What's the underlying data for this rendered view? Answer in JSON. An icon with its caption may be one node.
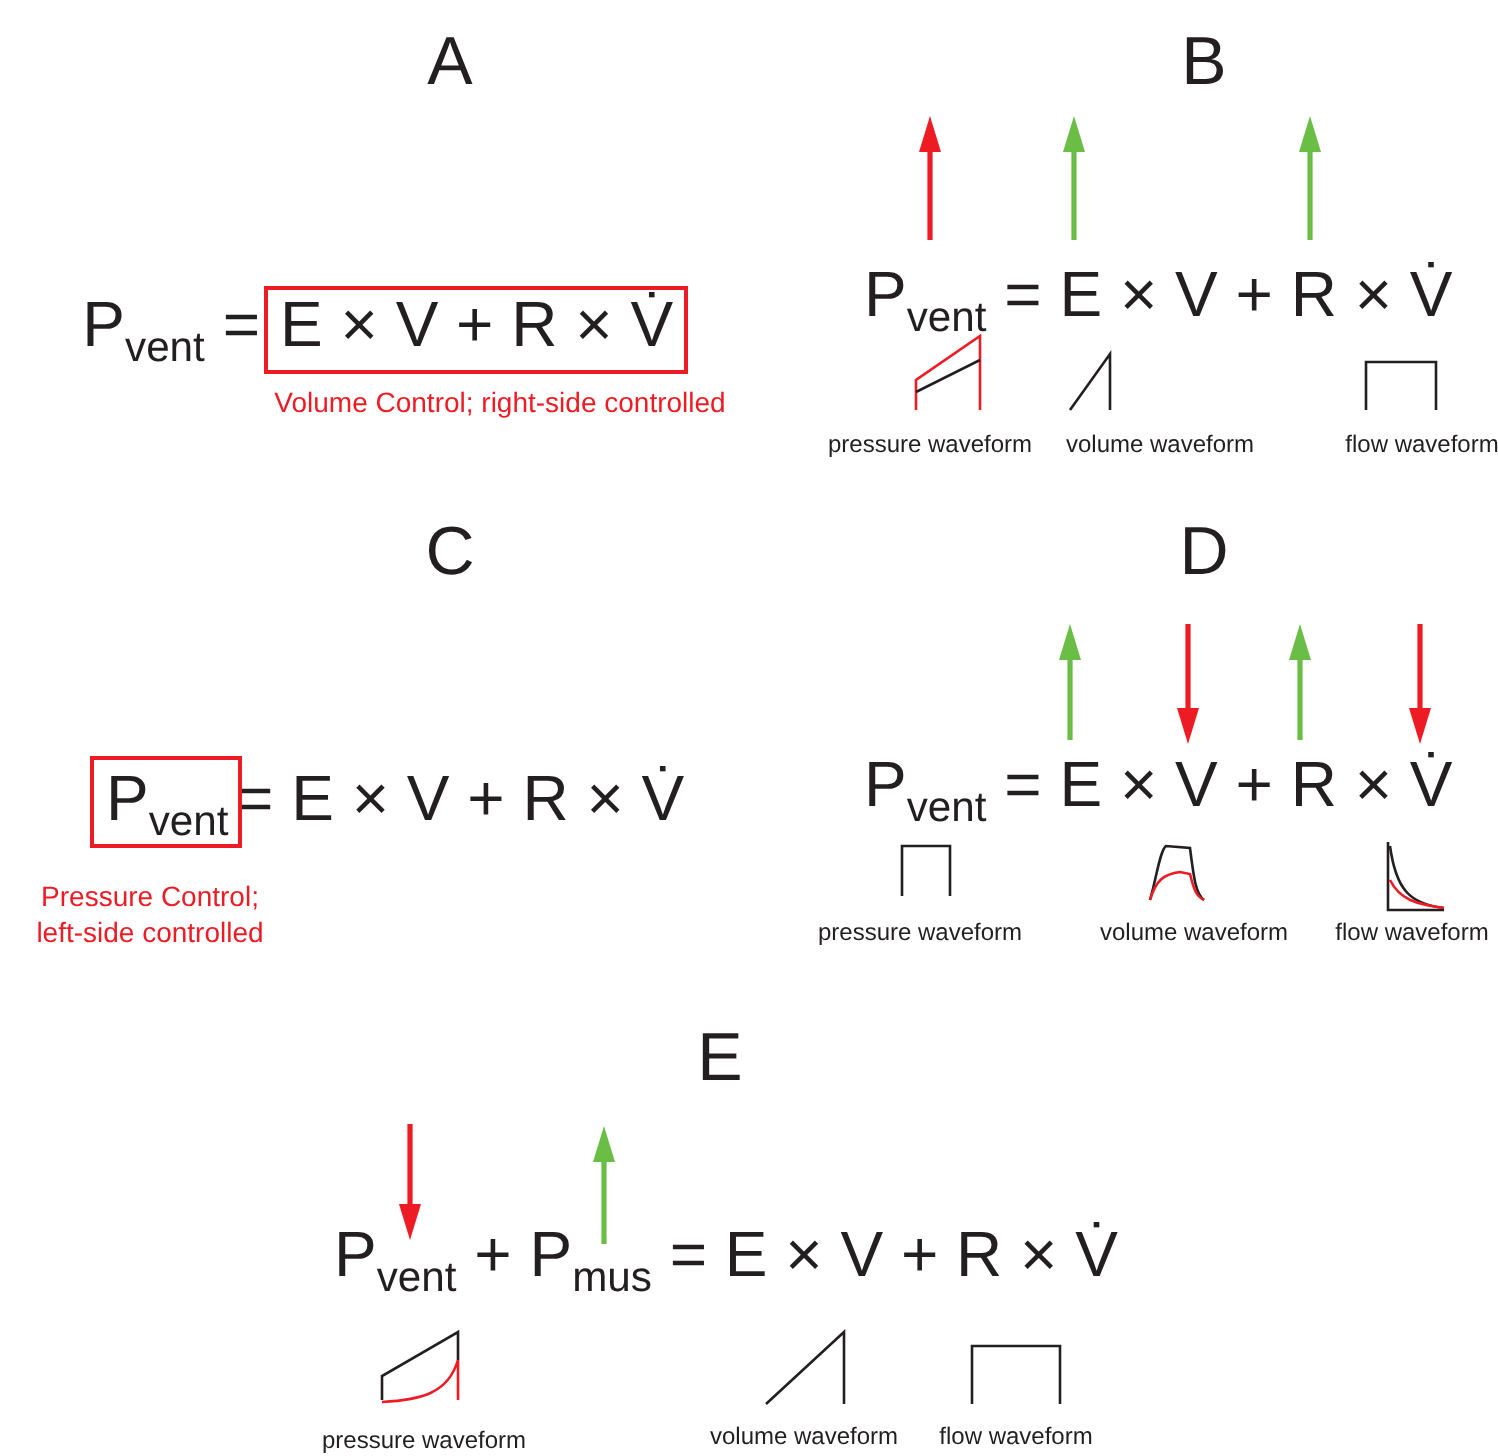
{
  "diagram": {
    "nodes": [
      {
        "text": [
          "E × V + R × V̇"
        ],
        "beside": [
          "Volume Control; right-side controlled"
        ]
      },
      {
        "text": [
          "P$_{vent}$"
        ],
        "beside": [
          "Pressure Control; left-side controlled"
        ]
      }
    ],
    "labels": [
      "A",
      "B",
      "P$_{vent}$ =",
      "P$_{vent}$ = E × V + R × V̇",
      "pressure waveform",
      "volume waveform",
      "flow waveform",
      "C",
      "D",
      "= E × V + R × V̇",
      "P$_{vent}$ = E × V + R × V̇",
      "pressure waveform",
      "volume waveform",
      "flow waveform",
      "E",
      "P$_{vent}$ + P$_{mus}$ = E × V + R × V̇",
      "pressure waveform",
      "volume waveform",
      "flow waveform"
    ]
  }
}
